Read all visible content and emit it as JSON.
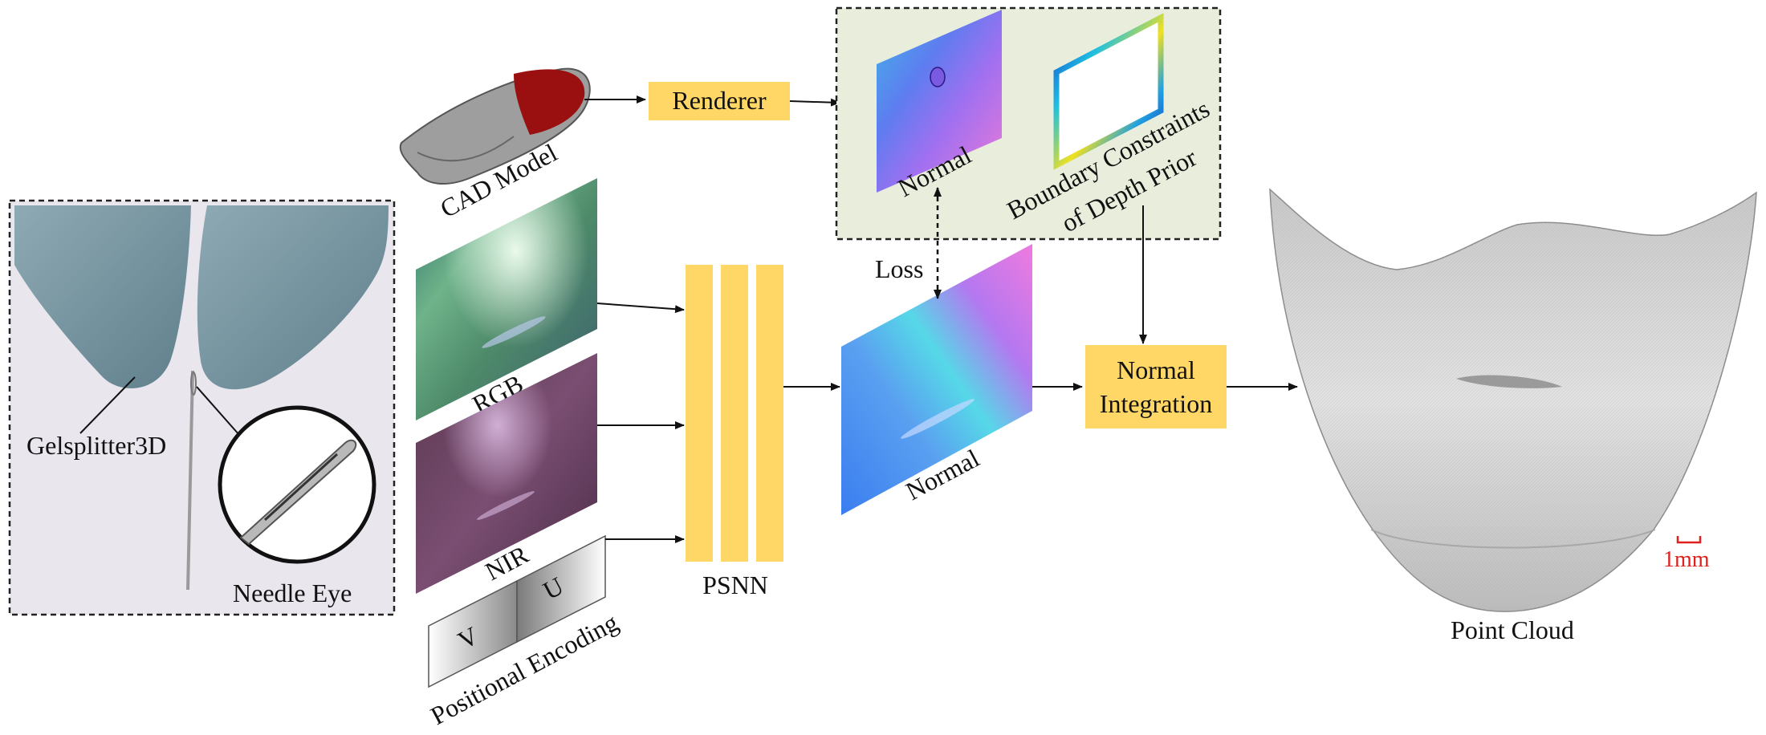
{
  "inset": {
    "sensor_label": "Gelsplitter3D",
    "needle_label": "Needle Eye"
  },
  "cad": {
    "label": "CAD Model"
  },
  "renderer": {
    "label": "Renderer"
  },
  "prior_panel": {
    "normal_label": "Normal",
    "boundary_line1": "Boundary Constraints",
    "boundary_line2": "of Depth Prior"
  },
  "inputs": {
    "rgb_label": "RGB",
    "nir_label": "NIR",
    "pe_v": "V",
    "pe_u": "U",
    "pe_label": "Positional Encoding"
  },
  "network": {
    "label": "PSNN"
  },
  "loss": {
    "label": "Loss"
  },
  "output_normal": {
    "label": "Normal"
  },
  "integration": {
    "line1": "Normal",
    "line2": "Integration"
  },
  "point_cloud": {
    "label": "Point Cloud",
    "scale_label": "1mm"
  },
  "colors": {
    "box_fill": "#fed766",
    "panel_fill": "#e8eddc",
    "inset_fill": "#e9e6ee",
    "scale_red": "#e0201c"
  }
}
